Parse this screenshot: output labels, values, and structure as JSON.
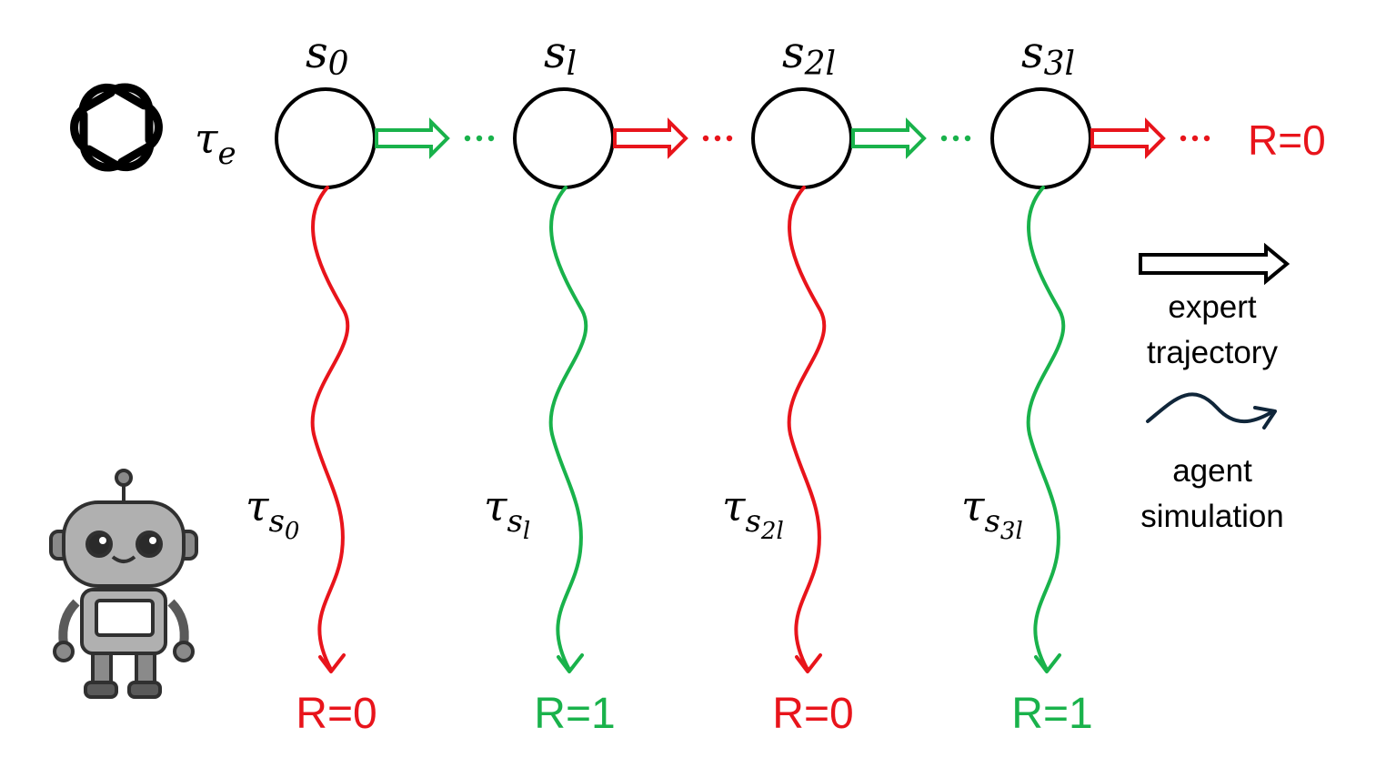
{
  "colors": {
    "red": "#e8141b",
    "green": "#19b24b",
    "black": "#000000",
    "navy": "#10263a"
  },
  "expert": {
    "symbol": "τ",
    "subscript": "e",
    "icon": "openai-logo-icon",
    "final_reward": "R=0"
  },
  "agent_icon": "robot-icon",
  "states": [
    {
      "symbol": "s",
      "subscript": "0",
      "arrow": "green",
      "rollout": "red",
      "rollout_symbol": "τ",
      "rollout_sub": "s",
      "rollout_subsub": "0",
      "reward": "R=0"
    },
    {
      "symbol": "s",
      "subscript": "l",
      "arrow": "red",
      "rollout": "green",
      "rollout_symbol": "τ",
      "rollout_sub": "s",
      "rollout_subsub": "l",
      "reward": "R=1"
    },
    {
      "symbol": "s",
      "subscript": "2l",
      "arrow": "green",
      "rollout": "red",
      "rollout_symbol": "τ",
      "rollout_sub": "s",
      "rollout_subsub": "2l",
      "reward": "R=0"
    },
    {
      "symbol": "s",
      "subscript": "3l",
      "arrow": "red",
      "rollout": "green",
      "rollout_symbol": "τ",
      "rollout_sub": "s",
      "rollout_subsub": "3l",
      "reward": "R=1"
    }
  ],
  "legend": {
    "expert_line1": "expert",
    "expert_line2": "trajectory",
    "agent_line1": "agent",
    "agent_line2": "simulation"
  }
}
